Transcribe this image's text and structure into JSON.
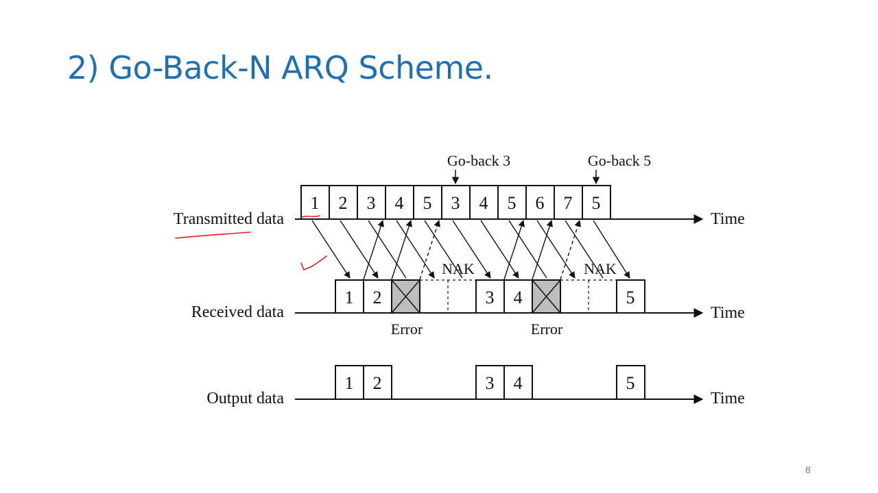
{
  "slide": {
    "title": "2) Go-Back-N ARQ Scheme.",
    "page_number": "8"
  },
  "diagram": {
    "rows": [
      {
        "label": "Transmitted data",
        "axis_label": "Time"
      },
      {
        "label": "Received data",
        "axis_label": "Time"
      },
      {
        "label": "Output data",
        "axis_label": "Time"
      }
    ],
    "transmitted_frames": [
      "1",
      "2",
      "3",
      "4",
      "5",
      "3",
      "4",
      "5",
      "6",
      "7",
      "5"
    ],
    "received_frames": [
      "1",
      "2",
      "X",
      "3",
      "4",
      "X",
      "5"
    ],
    "output_frames": [
      "1",
      "2",
      "3",
      "4",
      "5"
    ],
    "go_back_labels": [
      "Go-back 3",
      "Go-back 5"
    ],
    "nak_labels": [
      "NAK",
      "NAK"
    ],
    "error_labels": [
      "Error",
      "Error"
    ],
    "colors": {
      "title": "#1f6fb4",
      "error_fill": "#bdbdbd",
      "annotation": "#e02020"
    }
  }
}
